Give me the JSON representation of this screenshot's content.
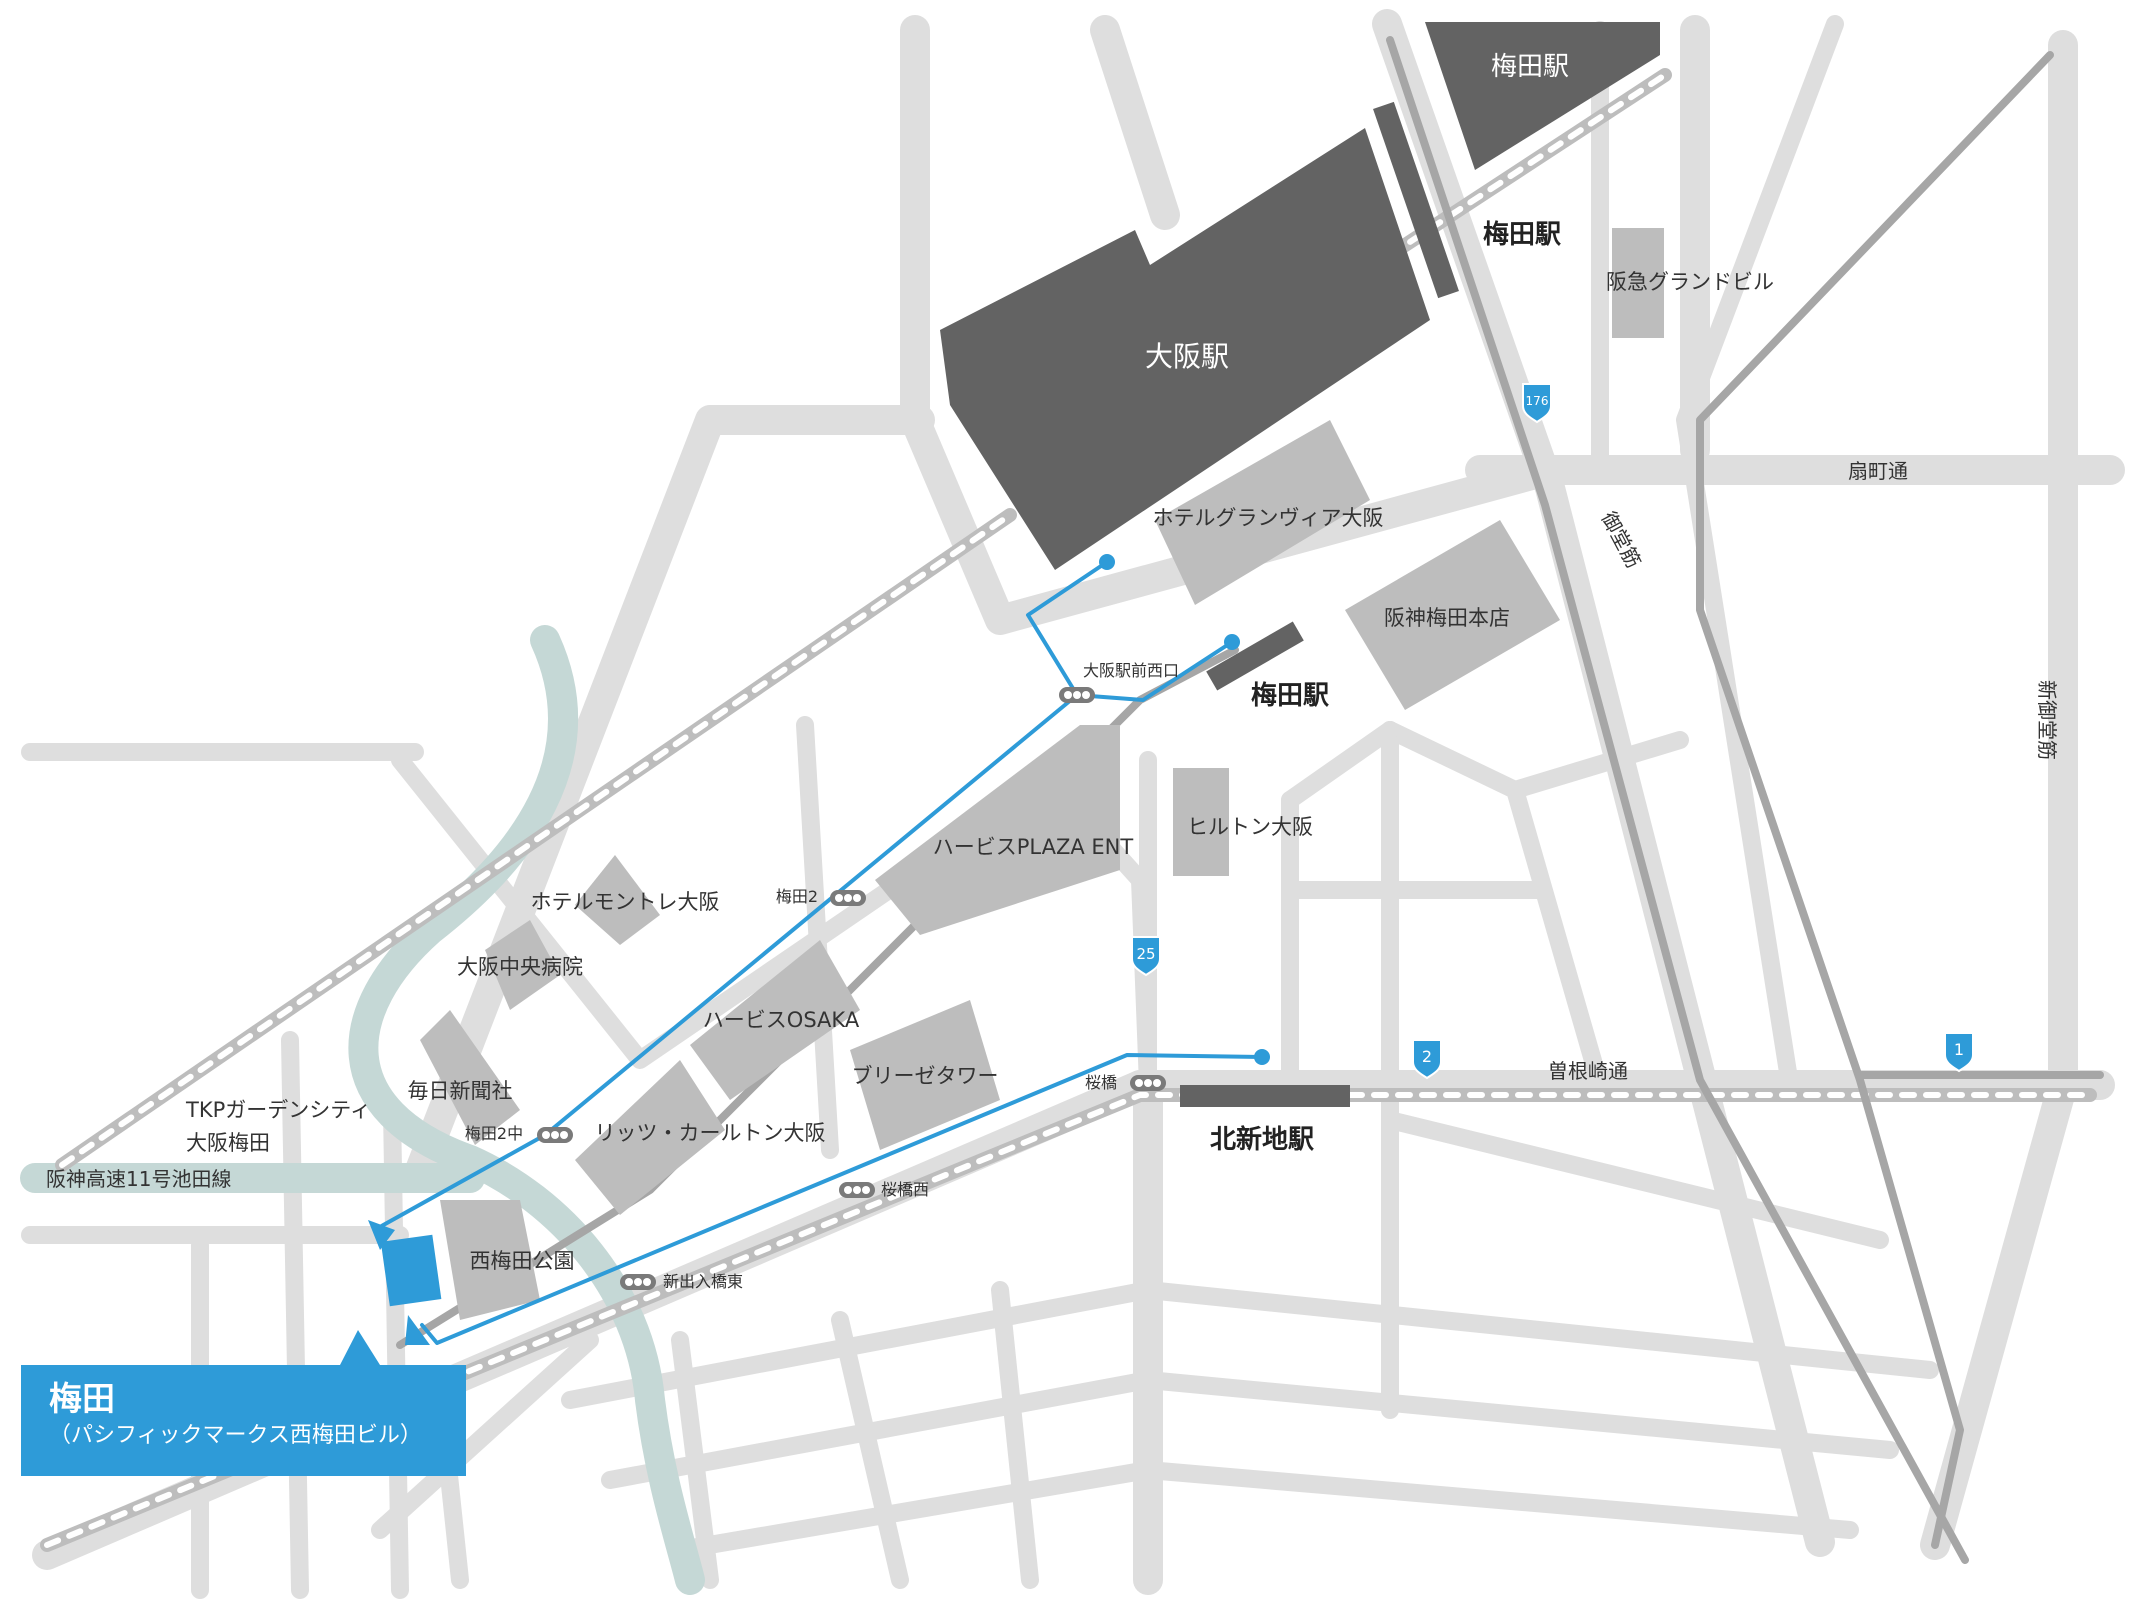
{
  "colors": {
    "road": "#dedede",
    "building": "#bdbdbd",
    "station_building": "#636363",
    "route": "#2e9bd8",
    "expressway": "#c5d8d6",
    "railway": "#a6a6a6",
    "destination": "#2e9bd8"
  },
  "labels": {
    "umeda_station_top": "梅田駅",
    "umeda_station_mid": "梅田駅",
    "osaka_station": "大阪駅",
    "umeda_station_hanshin": "梅田駅",
    "kitashinchi_station": "北新地駅",
    "hankyu_grand": "阪急グランドビル",
    "granvia": "ホテルグランヴィア大阪",
    "hanshin_store": "阪神梅田本店",
    "hilton": "ヒルトン大阪",
    "herbis_ent": "ハービスPLAZA ENT",
    "herbis_osaka": "ハービスOSAKA",
    "breeze": "ブリーゼタワー",
    "ritz": "リッツ・カールトン大阪",
    "monterey": "ホテルモントレ大阪",
    "chuo_hospital": "大阪中央病院",
    "mainichi": "毎日新聞社",
    "tkp_1": "TKPガーデンシティ",
    "tkp_2": "大阪梅田",
    "nishiumeda_park": "西梅田公園",
    "expressway": "阪神高速11号池田線",
    "ogimachi": "扇町通",
    "midosuji": "御堂筋",
    "shinmidosuji": "新御堂筋",
    "sonezaki": "曽根崎通"
  },
  "crossings": {
    "osaka_mae_nishi": "大阪駅前西口",
    "umeda2": "梅田2",
    "umeda2chu": "梅田2中",
    "sakurabashi": "桜橋",
    "sakurabashi_nishi": "桜橋西",
    "shindeiribashi_higashi": "新出入橋東"
  },
  "route_markers": {
    "r176": "176",
    "r25": "25",
    "r1": "1",
    "r2": "2"
  },
  "callout": {
    "title": "梅田",
    "subtitle": "（パシフィックマークス西梅田ビル）"
  }
}
